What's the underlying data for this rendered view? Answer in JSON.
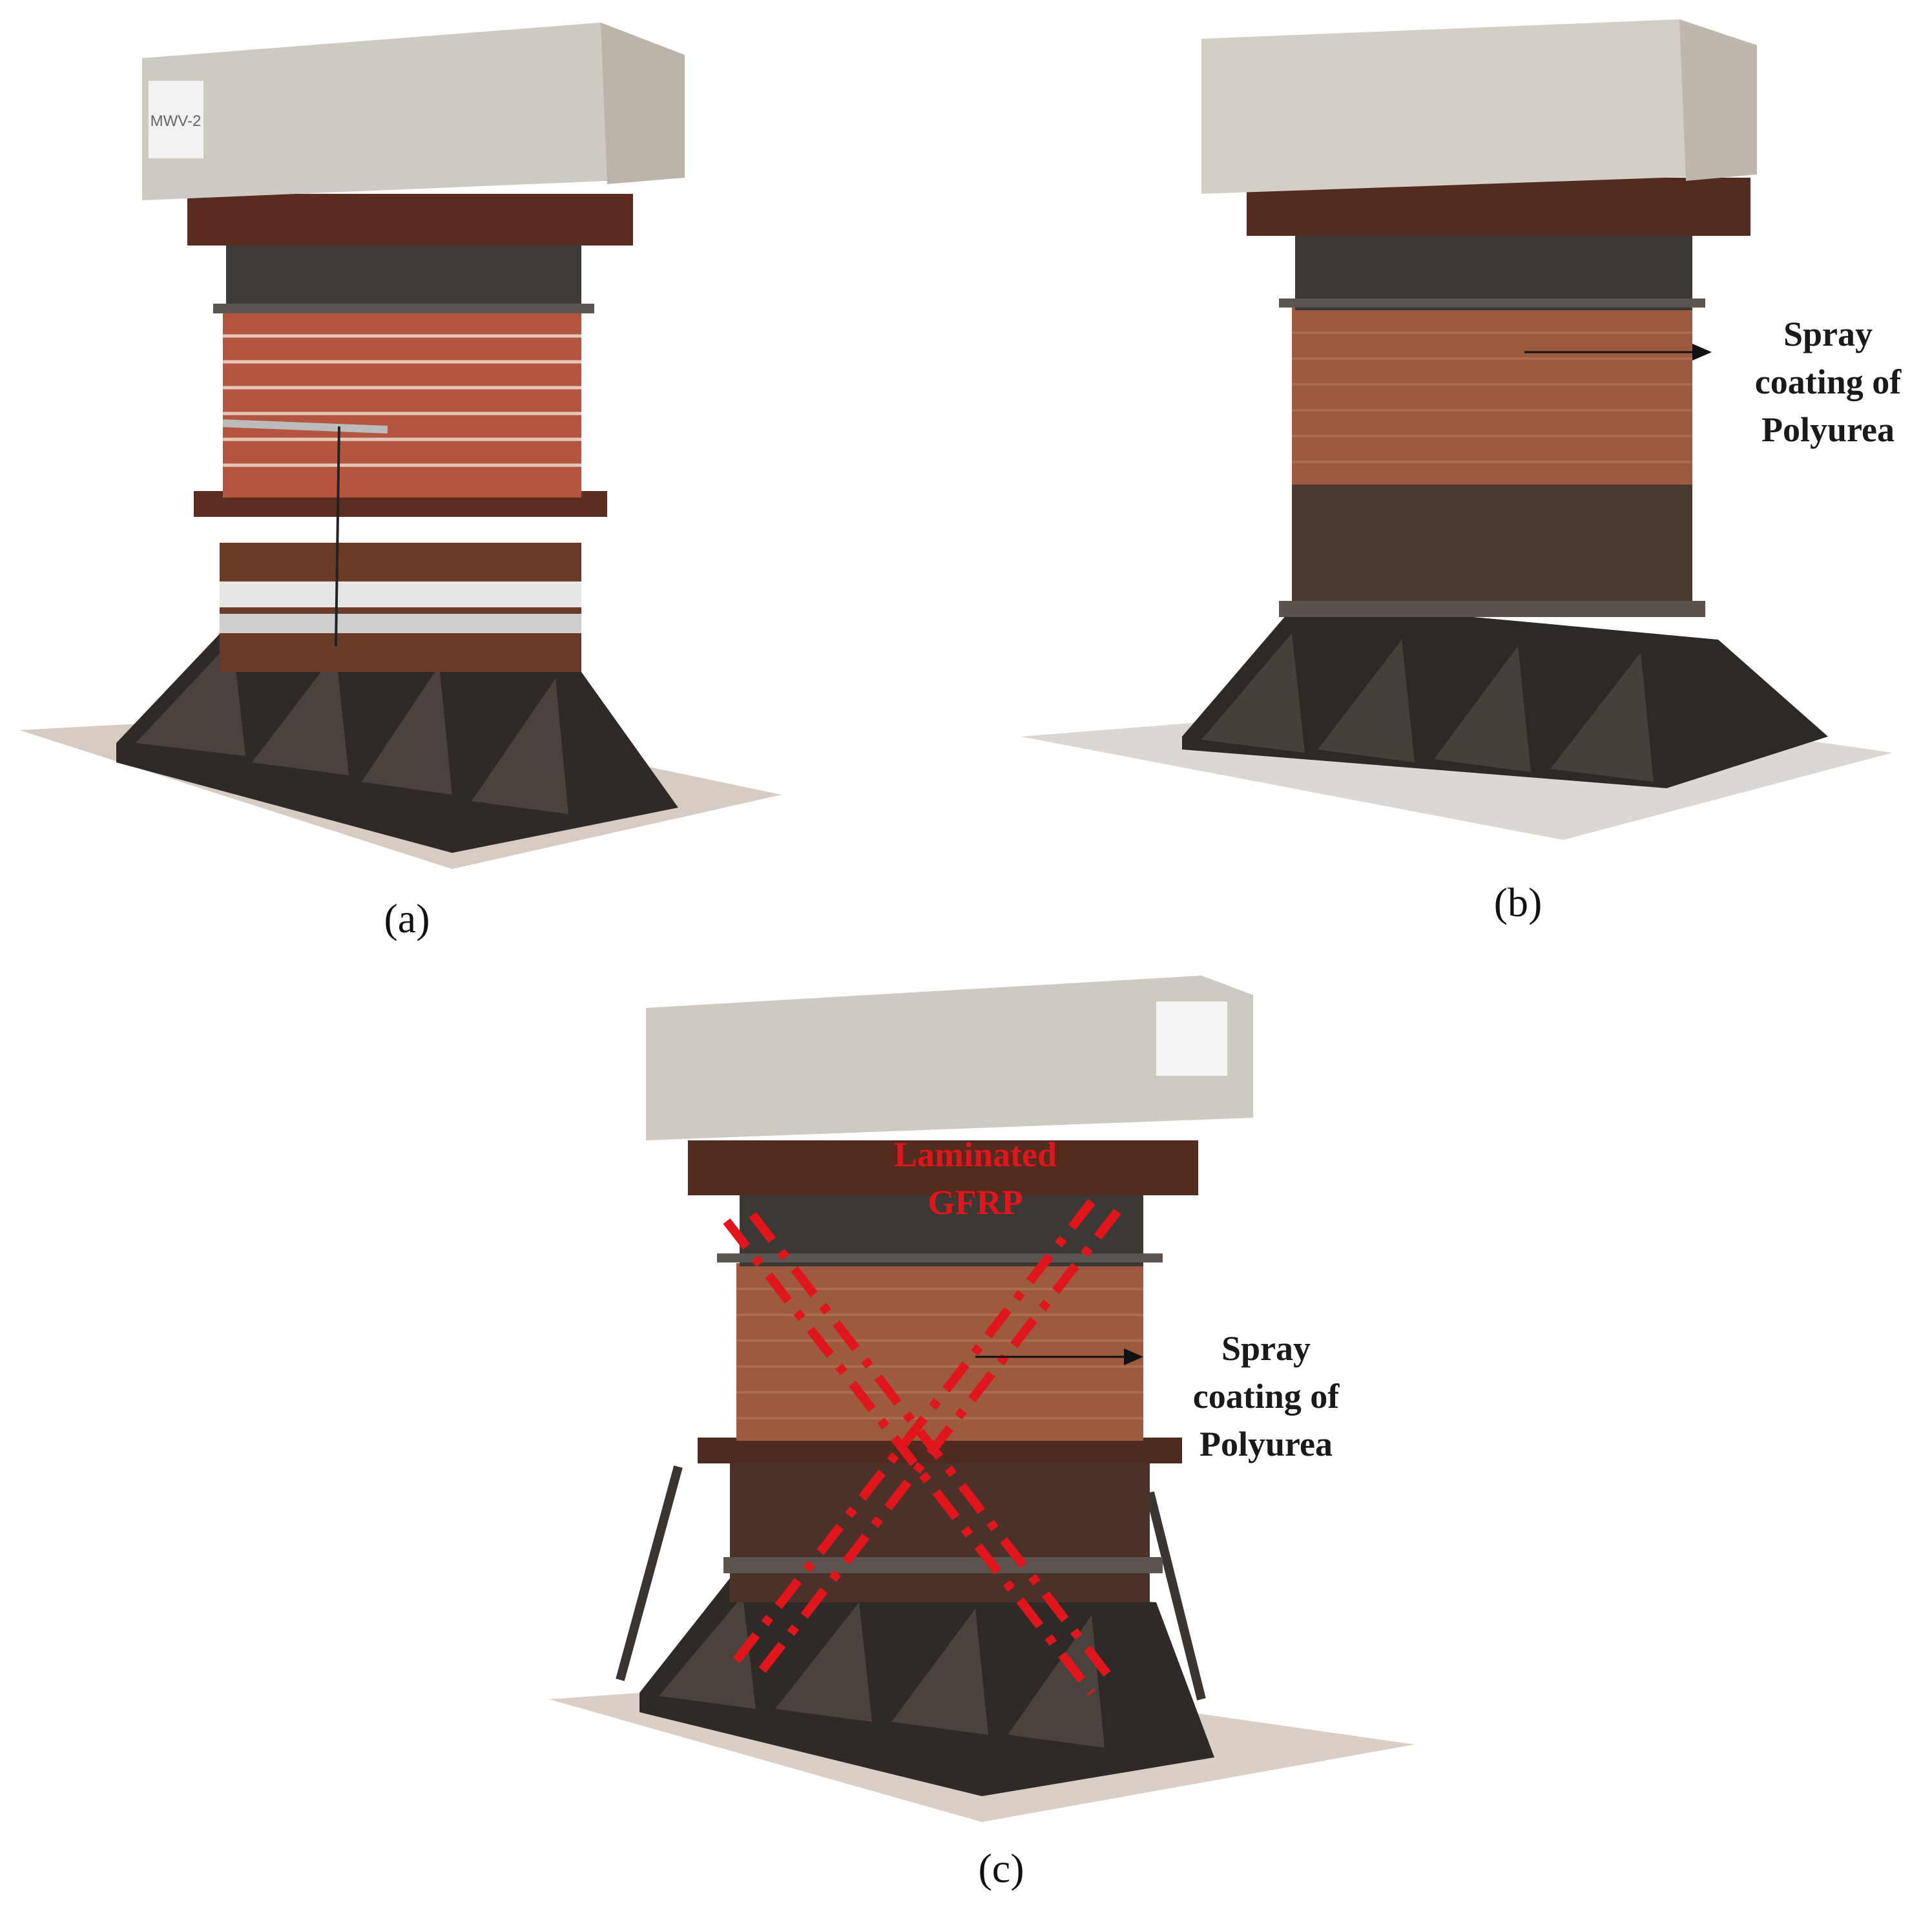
{
  "panels": [
    {
      "id": "a",
      "caption": "(a)"
    },
    {
      "id": "b",
      "caption": "(b)",
      "annotation": [
        "Spray",
        "coating of",
        "Polyurea"
      ]
    },
    {
      "id": "c",
      "caption": "(c)",
      "annotation": [
        "Spray",
        "coating of",
        "Polyurea"
      ],
      "red_annotation": [
        "Laminated",
        "GFRP"
      ]
    }
  ],
  "sign_a": "MWV-2",
  "colors": {
    "concrete": "#cfcac1",
    "steel": "#3a3531",
    "brick": "#b5553f",
    "polyurea": "#9c5a3e",
    "gfrp_marking": "#e0161c",
    "base_plate": "#d9cfc6"
  }
}
